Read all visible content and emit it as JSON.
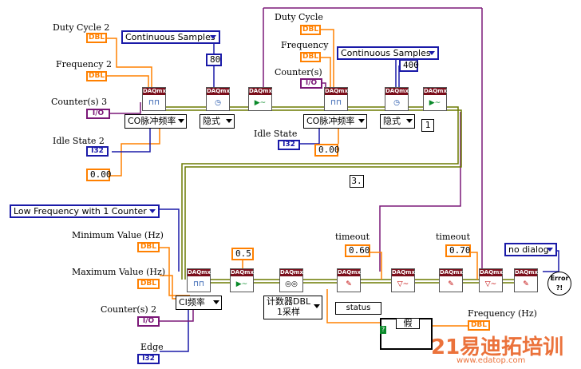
{
  "labels": {
    "duty_cycle_2": "Duty Cycle 2",
    "frequency_2": "Frequency 2",
    "counters_3": "Counter(s) 3",
    "idle_state_2": "Idle State 2",
    "duty_cycle": "Duty Cycle",
    "frequency": "Frequency",
    "counters": "Counter(s)",
    "idle_state": "Idle State",
    "minimum_value": "Minimum Value (Hz)",
    "maximum_value": "Maximum Value (Hz)",
    "counters_2": "Counter(s) 2",
    "edge": "Edge",
    "timeout_1": "timeout",
    "timeout_2": "timeout",
    "frequency_hz": "Frequency (Hz)",
    "status": "status"
  },
  "terminals": {
    "dbl": "DBL",
    "i32": "I32",
    "io": "I/O"
  },
  "rings": {
    "co_pulse_freq_1": "CO脉冲频率",
    "implicit_1": "隐式",
    "co_pulse_freq_2": "CO脉冲频率",
    "implicit_2": "隐式",
    "ci_freq": "CI频率",
    "counter_dbl_line1": "计数器DBL",
    "counter_dbl_line2": "1采样",
    "case_false": "假"
  },
  "enums": {
    "continuous_samples_1": "Continuous Samples",
    "continuous_samples_2": "Continuous Samples",
    "low_freq_method": "Low Frequency with 1 Counter",
    "no_dialog": "no dialog"
  },
  "constants": {
    "samples_1": "80",
    "samples_2": "400",
    "idle_value_1": "0.00",
    "idle_value_2": "0.00",
    "rate": "0.5",
    "timeout_1": "0.60",
    "timeout_2": "0.70",
    "seq_frame_1": "1",
    "seq_frame_3": "3.",
    "case_true": "?"
  },
  "vi_header": "DAQmx",
  "error_label": "Error",
  "watermark": {
    "brand": "21易迪拓培训",
    "url": "www.edatop.com"
  },
  "colors": {
    "orange_wire": "#ff8000",
    "blue_wire": "#1a1aa8",
    "purple_wire": "#7b1878",
    "task_wire": "#6b7a00",
    "error_wire": "#b8a000"
  }
}
